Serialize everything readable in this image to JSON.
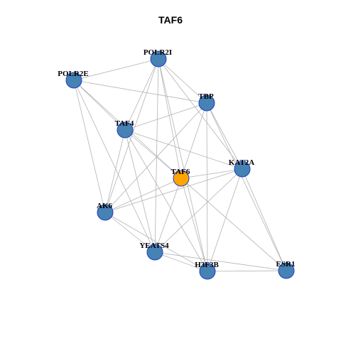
{
  "title": "TAF6",
  "colors": {
    "node": "#4682b4",
    "center": "#ffa500",
    "node_border": "#1f3fbf",
    "edge": "#b3b3b3"
  },
  "nodes": [
    {
      "id": "POLR2I",
      "label": "POLR2I",
      "center": false
    },
    {
      "id": "POLR2E",
      "label": "POLR2E",
      "center": false
    },
    {
      "id": "TBP",
      "label": "TBP",
      "center": false
    },
    {
      "id": "TAF4",
      "label": "TAF4",
      "center": false
    },
    {
      "id": "TAF6",
      "label": "TAF6",
      "center": true
    },
    {
      "id": "KAT2A",
      "label": "KAT2A",
      "center": false
    },
    {
      "id": "AK6",
      "label": "AK6",
      "center": false
    },
    {
      "id": "YEATS4",
      "label": "YEATS4",
      "center": false
    },
    {
      "id": "H3F3B",
      "label": "H3F3B",
      "center": false
    },
    {
      "id": "ESR1",
      "label": "ESR1",
      "center": false
    }
  ],
  "edges": [
    [
      "POLR2E",
      "POLR2I"
    ],
    [
      "POLR2E",
      "TBP"
    ],
    [
      "POLR2E",
      "TAF4"
    ],
    [
      "POLR2E",
      "TAF6"
    ],
    [
      "POLR2E",
      "AK6"
    ],
    [
      "POLR2E",
      "YEATS4"
    ],
    [
      "POLR2I",
      "TBP"
    ],
    [
      "POLR2I",
      "TAF4"
    ],
    [
      "POLR2I",
      "TAF6"
    ],
    [
      "POLR2I",
      "KAT2A"
    ],
    [
      "POLR2I",
      "AK6"
    ],
    [
      "POLR2I",
      "YEATS4"
    ],
    [
      "POLR2I",
      "H3F3B"
    ],
    [
      "TBP",
      "TAF4"
    ],
    [
      "TBP",
      "TAF6"
    ],
    [
      "TBP",
      "KAT2A"
    ],
    [
      "TBP",
      "AK6"
    ],
    [
      "TBP",
      "H3F3B"
    ],
    [
      "TBP",
      "ESR1"
    ],
    [
      "TAF4",
      "TAF6"
    ],
    [
      "TAF4",
      "KAT2A"
    ],
    [
      "TAF4",
      "AK6"
    ],
    [
      "TAF4",
      "YEATS4"
    ],
    [
      "TAF4",
      "H3F3B"
    ],
    [
      "TAF6",
      "KAT2A"
    ],
    [
      "TAF6",
      "AK6"
    ],
    [
      "TAF6",
      "YEATS4"
    ],
    [
      "TAF6",
      "H3F3B"
    ],
    [
      "TAF6",
      "ESR1"
    ],
    [
      "KAT2A",
      "AK6"
    ],
    [
      "KAT2A",
      "YEATS4"
    ],
    [
      "KAT2A",
      "H3F3B"
    ],
    [
      "KAT2A",
      "ESR1"
    ],
    [
      "AK6",
      "YEATS4"
    ],
    [
      "AK6",
      "H3F3B"
    ],
    [
      "YEATS4",
      "H3F3B"
    ],
    [
      "YEATS4",
      "ESR1"
    ],
    [
      "H3F3B",
      "ESR1"
    ]
  ]
}
